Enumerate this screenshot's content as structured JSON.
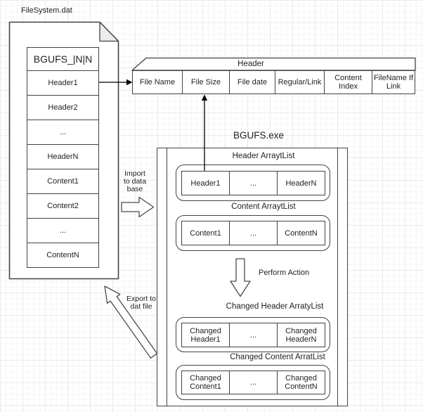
{
  "colors": {
    "shape_stroke": "#424242",
    "connector": "#000000",
    "fold_fill": "#ececec",
    "grid_minor": "#f6f6f6",
    "grid_major": "#e9e9e9"
  },
  "file_document": {
    "label": "FileSystem.dat",
    "title": "BGUFS_|N|N",
    "rows": [
      "Header1",
      "Header2",
      "...",
      "HeaderN",
      "Content1",
      "Content2",
      "...",
      "ContentN"
    ]
  },
  "header_struct": {
    "title": "Header",
    "columns": [
      "File Name",
      "File Size",
      "File date",
      "Regular/Link",
      "Content Index",
      "FileName If Link"
    ]
  },
  "app": {
    "title": "BGUFS.exe",
    "lists": [
      {
        "label": "Header ArraytList",
        "cells": [
          "Header1",
          "...",
          "HeaderN"
        ]
      },
      {
        "label": "Content ArraytList",
        "cells": [
          "Content1",
          "...",
          "ContentN"
        ]
      },
      {
        "label": "Changed Header ArratyList",
        "cells": [
          "Changed Header1",
          "...",
          "Changed HeaderN"
        ]
      },
      {
        "label": "Changed Content ArratList",
        "cells": [
          "Changed Content1",
          "...",
          "Changed ContentN"
        ]
      }
    ],
    "perform_action_label": "Perform Action"
  },
  "flows": {
    "import_label": "Import to data base",
    "export_label": "Export to dat file"
  }
}
